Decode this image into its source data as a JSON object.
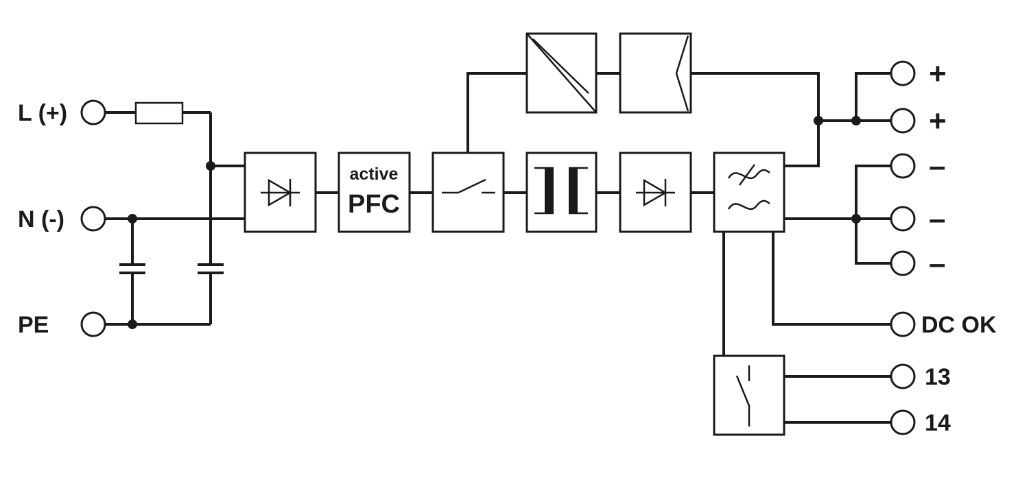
{
  "inputs": {
    "l": "L (+)",
    "n": "N (-)",
    "pe": "PE"
  },
  "pfc": {
    "line1": "active",
    "line2": "PFC"
  },
  "outputs": {
    "plus_1": "+",
    "plus_2": "+",
    "minus_1": "–",
    "minus_2": "–",
    "minus_3": "–",
    "dc_ok": "DC OK",
    "relay_13": "13",
    "relay_14": "14"
  }
}
